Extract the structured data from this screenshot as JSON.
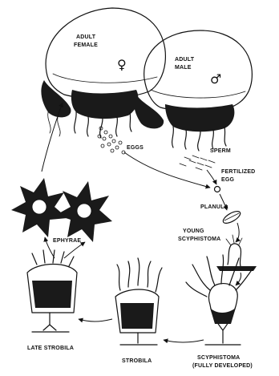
{
  "labels": {
    "adult_female_1": "ADULT",
    "adult_female_2": "FEMALE",
    "adult_male_1": "ADULT",
    "adult_male_2": "MALE",
    "female_symbol": "♀",
    "male_symbol": "♂",
    "eggs": "EGGS",
    "sperm": "SPERM",
    "fertilized_1": "FERTILIZED",
    "fertilized_2": "EGG",
    "planula": "PLANULA",
    "young_1": "YOUNG",
    "young_2": "SCYPHISTOMA",
    "ephyrae": "EPHYRAE",
    "scyphistoma_1": "SCYPHISTOMA",
    "scyphistoma_2": "(FULLY DEVELOPED)",
    "strobila": "STROBILA",
    "late_strobila": "LATE STROBILA"
  }
}
